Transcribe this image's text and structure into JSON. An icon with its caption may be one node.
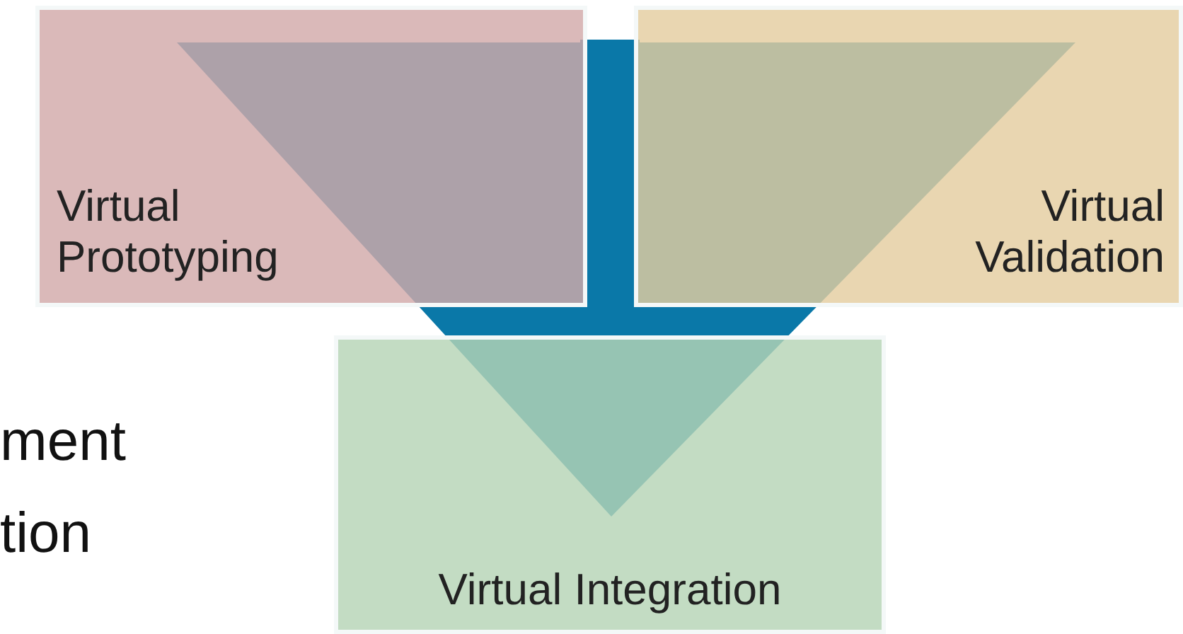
{
  "diagram": {
    "nodes": [
      {
        "text": [
          "Virtual Prototyping"
        ]
      },
      {
        "text": [
          "Virtual Validation"
        ]
      },
      {
        "text": [
          "Virtual Integration"
        ]
      }
    ],
    "labels": [
      "ment",
      "tion"
    ]
  }
}
